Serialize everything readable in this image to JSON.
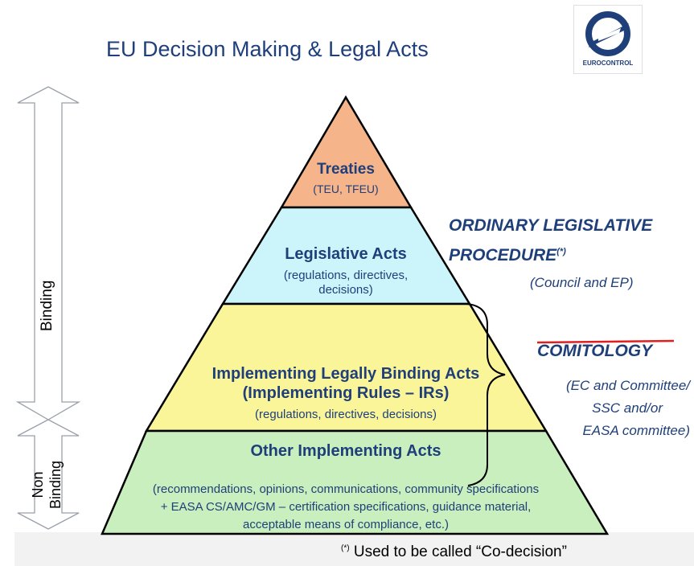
{
  "title": "EU Decision Making & Legal Acts",
  "logo_text": "EUROCONTROL",
  "left_labels": {
    "binding": "Binding",
    "non_binding_1": "Non",
    "non_binding_2": "Binding"
  },
  "tiers": [
    {
      "title": "Treaties",
      "sub": "(TEU, TFEU)",
      "color": "#f6b48a"
    },
    {
      "title": "Legislative Acts",
      "sub_lines": [
        "(regulations, directives,",
        "decisions)"
      ],
      "color": "#ccf5fb"
    },
    {
      "title_lines": [
        "Implementing Legally Binding Acts",
        "(Implementing Rules – IRs)"
      ],
      "sub": "(regulations, directives, decisions)",
      "color": "#fbf59a"
    },
    {
      "title": "Other Implementing Acts",
      "sub_lines": [
        "(recommendations, opinions, communications, community specifications",
        "+ EASA CS/AMC/GM – certification specifications, guidance material,",
        "acceptable means of compliance, etc.)"
      ],
      "color": "#c9efbf"
    }
  ],
  "right": {
    "olp_line1": "ORDINARY LEGISLATIVE",
    "olp_line2": "PROCEDURE",
    "olp_sup": "(*)",
    "olp_sub": "(Council and EP)",
    "comitology": "COMITOLOGY",
    "comitology_sub": [
      "(EC and Committee/",
      "SSC and/or",
      "EASA committee)"
    ]
  },
  "footnote_mark": "(*)",
  "footnote_text": " Used to be called “Co-decision”"
}
